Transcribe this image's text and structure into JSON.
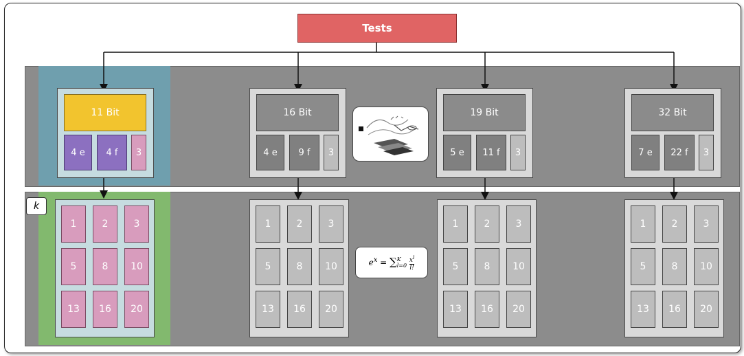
{
  "title": "Tests",
  "k_label": "k",
  "formula": {
    "lhs": "e",
    "lhs_exp": "x",
    "sum_sub": "l=0",
    "sum_sup": "K",
    "num": "x",
    "num_exp": "l",
    "den": "l!"
  },
  "configs": [
    {
      "bits": "11 Bit",
      "e": "4 e",
      "f": "4 f",
      "s": "3",
      "active": true
    },
    {
      "bits": "16 Bit",
      "e": "4 e",
      "f": "9 f",
      "s": "3",
      "active": false
    },
    {
      "bits": "19 Bit",
      "e": "5 e",
      "f": "11 f",
      "s": "3",
      "active": false
    },
    {
      "bits": "32 Bit",
      "e": "7 e",
      "f": "22 f",
      "s": "3",
      "active": false
    }
  ],
  "k_values": [
    "1",
    "2",
    "3",
    "5",
    "8",
    "10",
    "13",
    "16",
    "20"
  ],
  "colors": {
    "title": "#e06464",
    "active_bits": "#f2c42e",
    "active_ef": "#8c70c0",
    "active_k": "#d89cbd",
    "highlight_top": "#6f9fae",
    "highlight_bottom": "#82b96e"
  }
}
